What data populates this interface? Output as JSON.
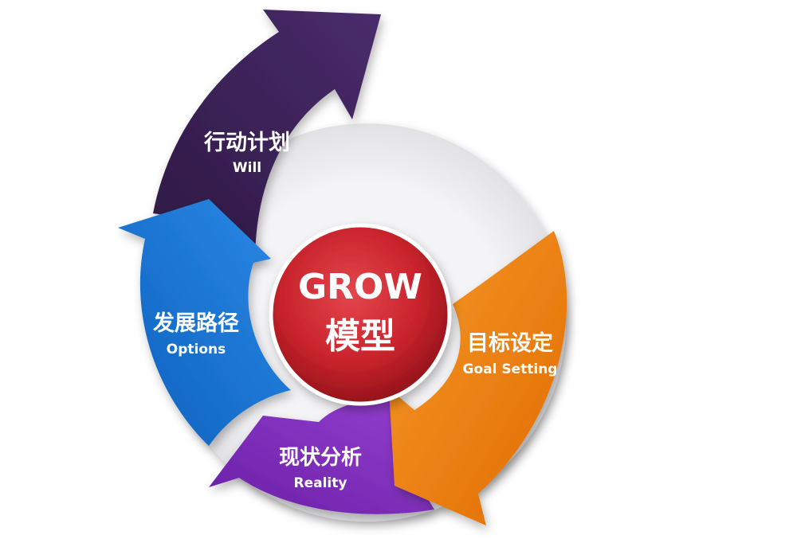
{
  "center": {
    "title": "GROW",
    "subtitle": "模型",
    "color": "#c8232c"
  },
  "stages": [
    {
      "id": "goal",
      "cn": "目标设定",
      "en": "Goal Setting",
      "color": "#f07c0a"
    },
    {
      "id": "reality",
      "cn": "现状分析",
      "en": "Reality",
      "color": "#7a2ab8"
    },
    {
      "id": "options",
      "cn": "发展路径",
      "en": "Options",
      "color": "#1570cf"
    },
    {
      "id": "will",
      "cn": "行动计划",
      "en": "Will",
      "color": "#3b2355"
    }
  ]
}
